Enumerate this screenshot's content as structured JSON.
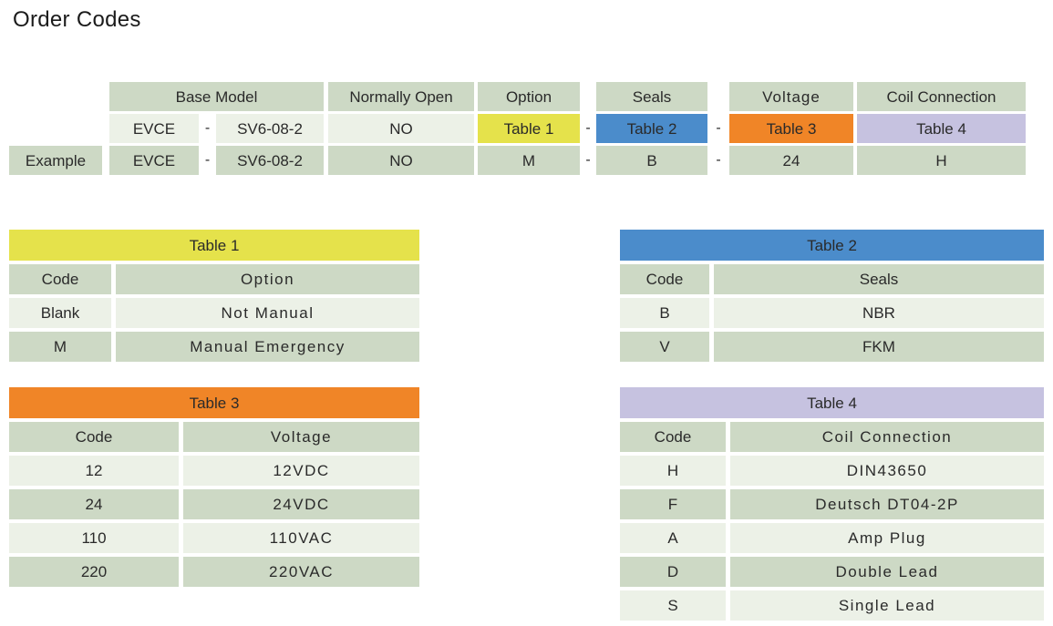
{
  "title": "Order Codes",
  "colors": {
    "table1_yellow": "#e5e24b",
    "table2_blue": "#4b8ccb",
    "table3_orange": "#f08527",
    "table4_purple": "#c6c2e0",
    "row_green": "#cdd9c5",
    "row_light": "#ecf1e7"
  },
  "order_table": {
    "separator": "-",
    "example_label": "Example",
    "headers": {
      "base_model": "Base Model",
      "normally_open": "Normally Open",
      "option": "Option",
      "seals": "Seals",
      "voltage": "Voltage",
      "coil_connection": "Coil Connection"
    },
    "code_row": {
      "base1": "EVCE",
      "base2": "SV6-08-2",
      "normally_open": "NO",
      "option": "Table 1",
      "seals": "Table 2",
      "voltage": "Table 3",
      "coil_connection": "Table 4"
    },
    "example_row": {
      "base1": "EVCE",
      "base2": "SV6-08-2",
      "normally_open": "NO",
      "option": "M",
      "seals": "B",
      "voltage": "24",
      "coil_connection": "H"
    }
  },
  "tables": [
    {
      "title": "Table 1",
      "headers": [
        "Code",
        "Option"
      ],
      "rows": [
        [
          "Blank",
          "Not Manual"
        ],
        [
          "M",
          "Manual Emergency"
        ]
      ]
    },
    {
      "title": "Table 2",
      "headers": [
        "Code",
        "Seals"
      ],
      "rows": [
        [
          "B",
          "NBR"
        ],
        [
          "V",
          "FKM"
        ]
      ]
    },
    {
      "title": "Table 3",
      "headers": [
        "Code",
        "Voltage"
      ],
      "rows": [
        [
          "12",
          "12VDC"
        ],
        [
          "24",
          "24VDC"
        ],
        [
          "110",
          "110VAC"
        ],
        [
          "220",
          "220VAC"
        ]
      ]
    },
    {
      "title": "Table 4",
      "headers": [
        "Code",
        "Coil Connection"
      ],
      "rows": [
        [
          "H",
          "DIN43650"
        ],
        [
          "F",
          "Deutsch DT04-2P"
        ],
        [
          "A",
          "Amp Plug"
        ],
        [
          "D",
          "Double Lead"
        ],
        [
          "S",
          "Single Lead"
        ]
      ]
    }
  ]
}
